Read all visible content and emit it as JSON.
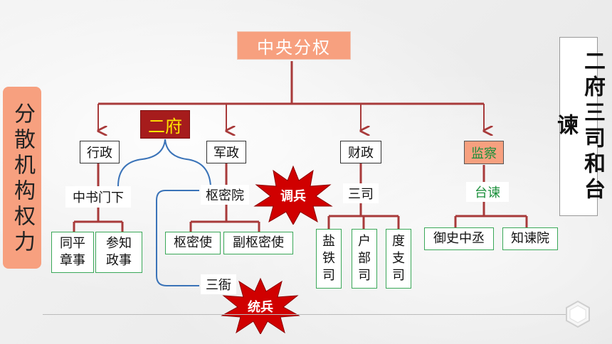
{
  "title": "中央分权",
  "left_label": "分散机构权力",
  "right_label": "二府三司和台谏",
  "erfu": "二府",
  "branches": {
    "xingzheng": "行政",
    "junzheng": "军政",
    "caizheng": "财政",
    "jiancha": "监察"
  },
  "nodes": {
    "zhongshu": "中书门下",
    "shumiyuan": "枢密院",
    "sansi": "三司",
    "taijian": "台谏",
    "sanya": "三衙"
  },
  "leaves": {
    "tongping": "同平\n章事",
    "canzhi": "参知\n政事",
    "shumishi": "枢密使",
    "fushumishi": "副枢密使",
    "yantie": "盐\n铁\n司",
    "hubu": "户\n部\n司",
    "duzhi": "度\n支\n司",
    "yushi": "御史中丞",
    "zhijian": "知谏院"
  },
  "badges": {
    "diaobing": "调兵",
    "tongbing": "统兵"
  },
  "colors": {
    "accent": "#f7a07f",
    "line_red": "#a83a3a",
    "line_blue": "#3a73b8",
    "erfu_bg": "#a61c1c",
    "erfu_text": "#ffe600",
    "green": "#1a8f3a",
    "star": "#d00000"
  }
}
